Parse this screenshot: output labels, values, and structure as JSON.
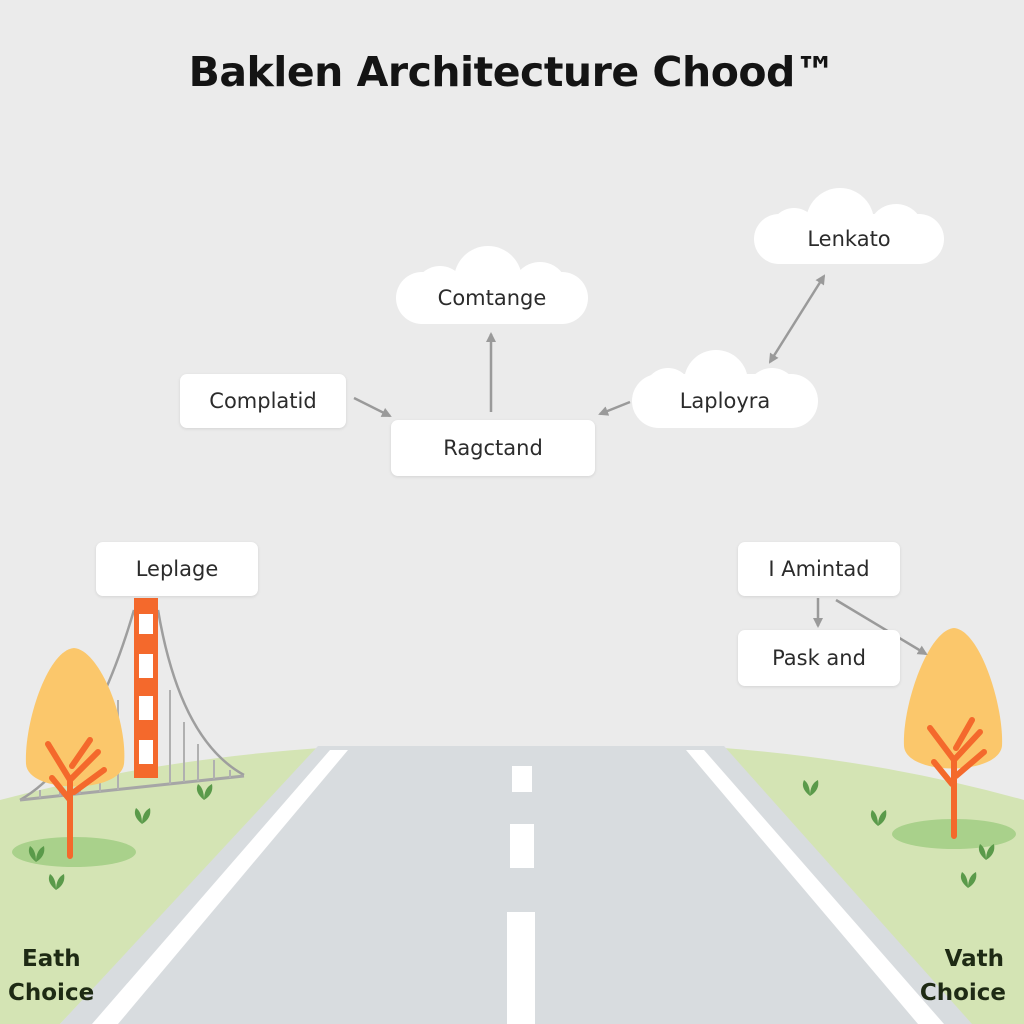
{
  "title": "Baklen Architecture Chood™",
  "nodes": {
    "comtange": "Comtange",
    "lenkato": "Lenkato",
    "complatid": "Complatid",
    "ragctand": "Ragctand",
    "laployra": "Laployra",
    "leplage": "Leplage",
    "amintad": "I Amintad",
    "pask_and": "Pask and"
  },
  "corners": {
    "left_line1": "Eath",
    "left_line2": "Choice",
    "right_line1": "Vath",
    "right_line2": "Choice"
  },
  "colors": {
    "background": "#ebebeb",
    "node_fill": "#ffffff",
    "arrow": "#9a9a9a",
    "road": "#d8dcdf",
    "grass": "#d4e4b4",
    "tree_canopy": "#fbc76b",
    "tree_trunk": "#f4692c",
    "bridge_tower": "#f4692c"
  }
}
